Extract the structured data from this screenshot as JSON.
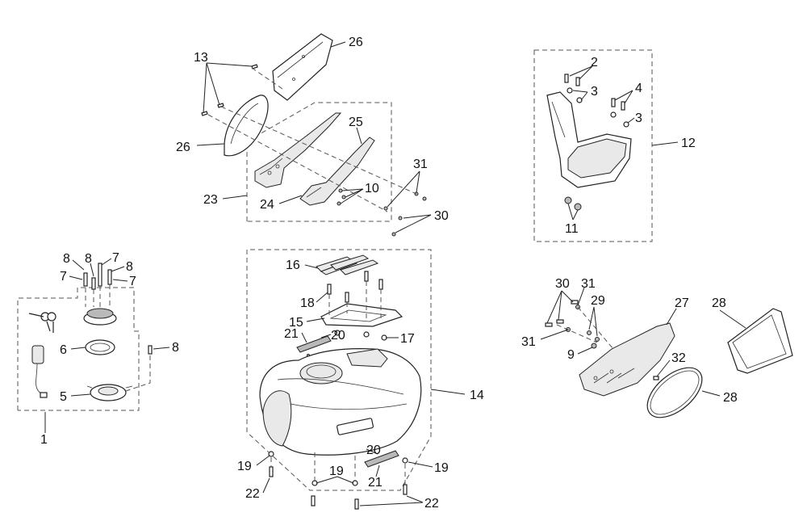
{
  "labels": {
    "l1": "1",
    "l2": "2",
    "l3a": "3",
    "l3b": "3",
    "l4": "4",
    "l5": "5",
    "l6": "6",
    "l7a": "7",
    "l7b": "7",
    "l7c": "7",
    "l8a": "8",
    "l8b": "8",
    "l8c": "8",
    "l8d": "8",
    "l9": "9",
    "l10": "10",
    "l11": "11",
    "l12": "12",
    "l13": "13",
    "l14": "14",
    "l15": "15",
    "l16": "16",
    "l17": "17",
    "l18": "18",
    "l19a": "19",
    "l19b": "19",
    "l19c": "19",
    "l20a": "20",
    "l20b": "20",
    "l21a": "21",
    "l21b": "21",
    "l22a": "22",
    "l22b": "22",
    "l23": "23",
    "l24": "24",
    "l25": "25",
    "l26a": "26",
    "l26b": "26",
    "l27": "27",
    "l28a": "28",
    "l28b": "28",
    "l29": "29",
    "l30a": "30",
    "l30b": "30",
    "l31a": "31",
    "l31b": "31",
    "l31c": "31",
    "l32": "32"
  }
}
